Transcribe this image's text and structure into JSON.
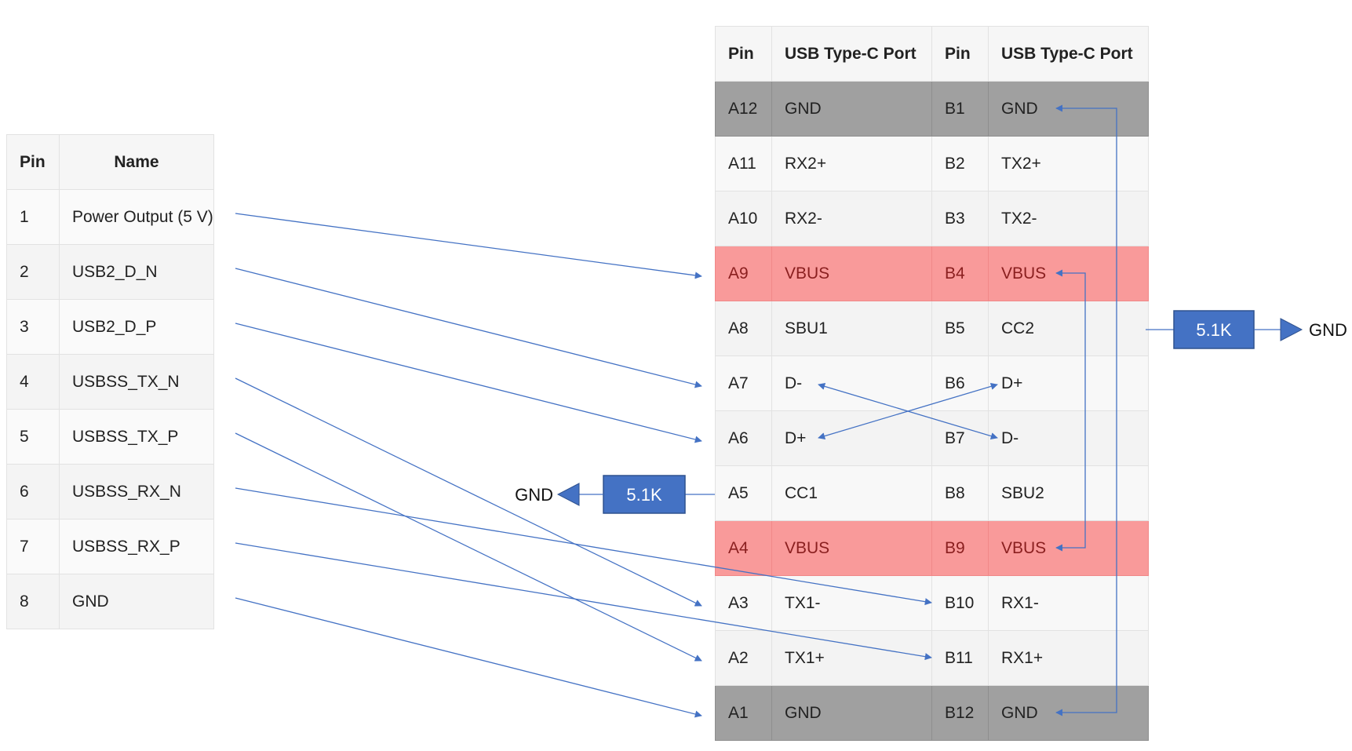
{
  "left_table": {
    "headers": [
      "Pin",
      "Name"
    ],
    "rows": [
      {
        "pin": "1",
        "name": "Power Output (5 V)"
      },
      {
        "pin": "2",
        "name": "USB2_D_N"
      },
      {
        "pin": "3",
        "name": "USB2_D_P"
      },
      {
        "pin": "4",
        "name": "USBSS_TX_N"
      },
      {
        "pin": "5",
        "name": "USBSS_TX_P"
      },
      {
        "pin": "6",
        "name": "USBSS_RX_N"
      },
      {
        "pin": "7",
        "name": "USBSS_RX_P"
      },
      {
        "pin": "8",
        "name": "GND"
      }
    ]
  },
  "right_table": {
    "headers": [
      "Pin",
      "USB Type-C Port",
      "Pin",
      "USB Type-C Port"
    ],
    "rows": [
      {
        "a_pin": "A12",
        "a_name": "GND",
        "b_pin": "B1",
        "b_name": "GND",
        "highlight": "gnd"
      },
      {
        "a_pin": "A11",
        "a_name": "RX2+",
        "b_pin": "B2",
        "b_name": "TX2+",
        "highlight": ""
      },
      {
        "a_pin": "A10",
        "a_name": "RX2-",
        "b_pin": "B3",
        "b_name": "TX2-",
        "highlight": ""
      },
      {
        "a_pin": "A9",
        "a_name": "VBUS",
        "b_pin": "B4",
        "b_name": "VBUS",
        "highlight": "vbus"
      },
      {
        "a_pin": "A8",
        "a_name": "SBU1",
        "b_pin": "B5",
        "b_name": "CC2",
        "highlight": ""
      },
      {
        "a_pin": "A7",
        "a_name": "D-",
        "b_pin": "B6",
        "b_name": "D+",
        "highlight": ""
      },
      {
        "a_pin": "A6",
        "a_name": "D+",
        "b_pin": "B7",
        "b_name": "D-",
        "highlight": ""
      },
      {
        "a_pin": "A5",
        "a_name": "CC1",
        "b_pin": "B8",
        "b_name": "SBU2",
        "highlight": ""
      },
      {
        "a_pin": "A4",
        "a_name": "VBUS",
        "b_pin": "B9",
        "b_name": "VBUS",
        "highlight": "vbus"
      },
      {
        "a_pin": "A3",
        "a_name": "TX1-",
        "b_pin": "B10",
        "b_name": "RX1-",
        "highlight": ""
      },
      {
        "a_pin": "A2",
        "a_name": "TX1+",
        "b_pin": "B11",
        "b_name": "RX1+",
        "highlight": ""
      },
      {
        "a_pin": "A1",
        "a_name": "GND",
        "b_pin": "B12",
        "b_name": "GND",
        "highlight": "gnd"
      }
    ]
  },
  "resistors": {
    "left": {
      "value": "5.1K",
      "ground": "GND"
    },
    "right": {
      "value": "5.1K",
      "ground": "GND"
    }
  },
  "connections": [
    {
      "from": "1",
      "to": "A9"
    },
    {
      "from": "2",
      "to": "A7"
    },
    {
      "from": "3",
      "to": "A6"
    },
    {
      "from": "4",
      "to": "A3"
    },
    {
      "from": "5",
      "to": "A2"
    },
    {
      "from": "6",
      "to": "B10"
    },
    {
      "from": "7",
      "to": "B11"
    },
    {
      "from": "8",
      "to": "A1"
    }
  ],
  "colors": {
    "wire": "#4472c4",
    "resistor_fill": "#4472c4",
    "resistor_border": "#2f528f",
    "gnd_row": "#a0a0a0",
    "vbus_row": "#f99a9a"
  }
}
